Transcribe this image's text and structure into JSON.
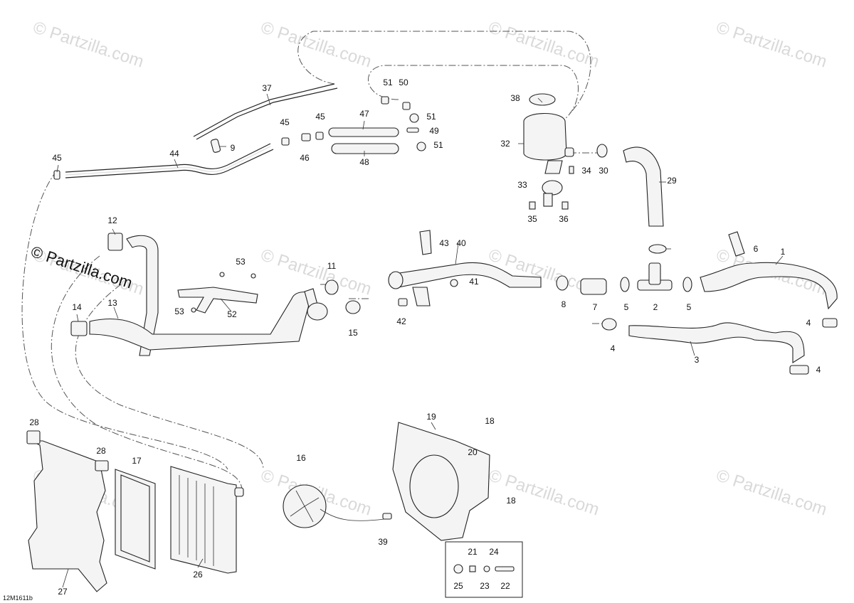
{
  "brand": "© Partzilla.com",
  "watermark": "© Partzilla.com",
  "drawing_code": "12M1611b",
  "callouts": [
    "1",
    "2",
    "3",
    "4",
    "4",
    "4",
    "5",
    "5",
    "6",
    "7",
    "8",
    "9",
    "11",
    "12",
    "13",
    "14",
    "15",
    "16",
    "17",
    "18",
    "18",
    "19",
    "20",
    "21",
    "22",
    "23",
    "24",
    "25",
    "26",
    "27",
    "28",
    "28",
    "29",
    "30",
    "32",
    "33",
    "34",
    "35",
    "36",
    "37",
    "38",
    "39",
    "40",
    "41",
    "42",
    "43",
    "44",
    "45",
    "45",
    "45",
    "46",
    "47",
    "48",
    "49",
    "50",
    "51",
    "51",
    "51",
    "52",
    "53",
    "53"
  ]
}
